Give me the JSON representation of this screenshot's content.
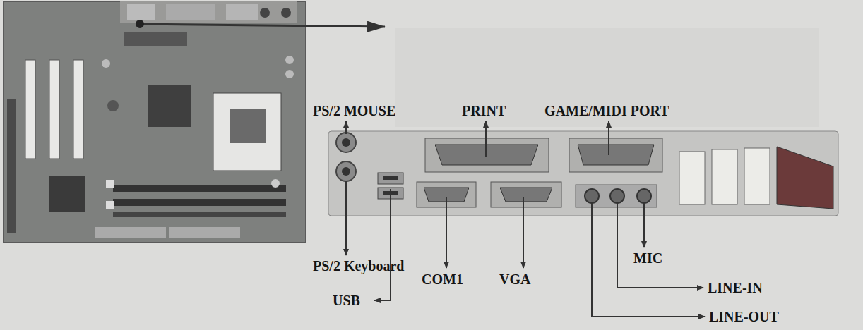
{
  "diagram": {
    "labels": [
      "PS/2 MOUSE",
      "PRINT",
      "GAME/MIDI PORT",
      "PS/2 Keyboard",
      "USB",
      "COM1",
      "VGA",
      "MIC",
      "LINE-IN",
      "LINE-OUT"
    ]
  }
}
